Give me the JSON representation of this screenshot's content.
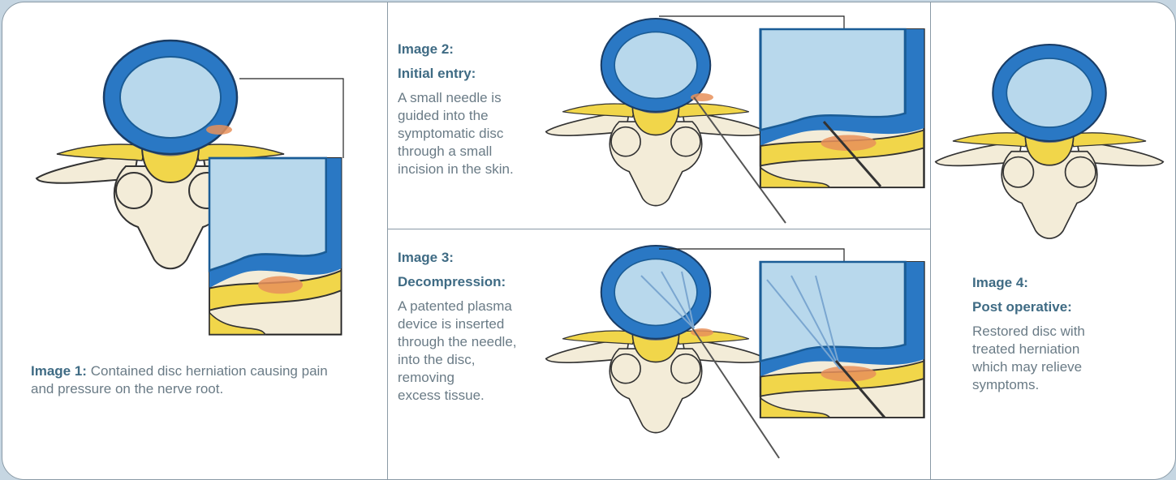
{
  "panels": {
    "p1": {
      "title": "Image 1:",
      "text": "Contained disc herniation causing pain and pressure on the nerve root."
    },
    "p2": {
      "title1": "Image 2:",
      "title2": "Initial entry:",
      "lines": [
        "A small needle is",
        "guided into the",
        "symptomatic disc",
        "through a small",
        "incision in the skin."
      ]
    },
    "p3": {
      "title1": "Image 3:",
      "title2": "Decompression:",
      "lines": [
        "A patented plasma",
        "device is inserted",
        "through the needle,",
        "into the disc,",
        "removing",
        "excess tissue."
      ]
    },
    "p4": {
      "title1": "Image 4:",
      "title2": "Post operative:",
      "lines": [
        "Restored disc with",
        "treated herniation",
        "which may relieve",
        "symptoms."
      ]
    }
  },
  "colors": {
    "disc_outer": "#2a78c4",
    "disc_inner": "#b8d8ec",
    "bone": "#f3ecd8",
    "nerve": "#f1d64a",
    "herniation": "#e8905a",
    "frame": "#8a9aa6",
    "background": "#c6d6e2"
  }
}
